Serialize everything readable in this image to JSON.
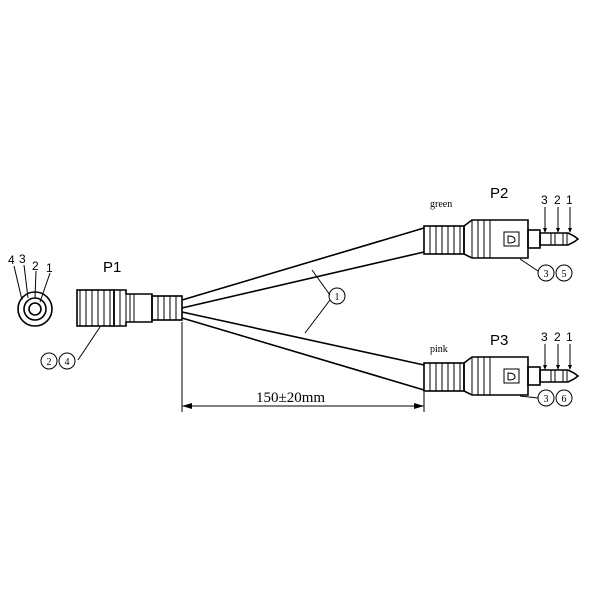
{
  "p1": {
    "label": "P1",
    "pins": [
      "4",
      "3",
      "2",
      "1"
    ],
    "callout": [
      "2",
      "4"
    ]
  },
  "p2": {
    "label": "P2",
    "color": "green",
    "pins": [
      "3",
      "2",
      "1"
    ],
    "callout": [
      "3",
      "5"
    ]
  },
  "p3": {
    "label": "P3",
    "color": "pink",
    "pins": [
      "3",
      "2",
      "1"
    ],
    "callout": [
      "3",
      "6"
    ]
  },
  "cable_callout": "1",
  "dimension": "150±20mm"
}
